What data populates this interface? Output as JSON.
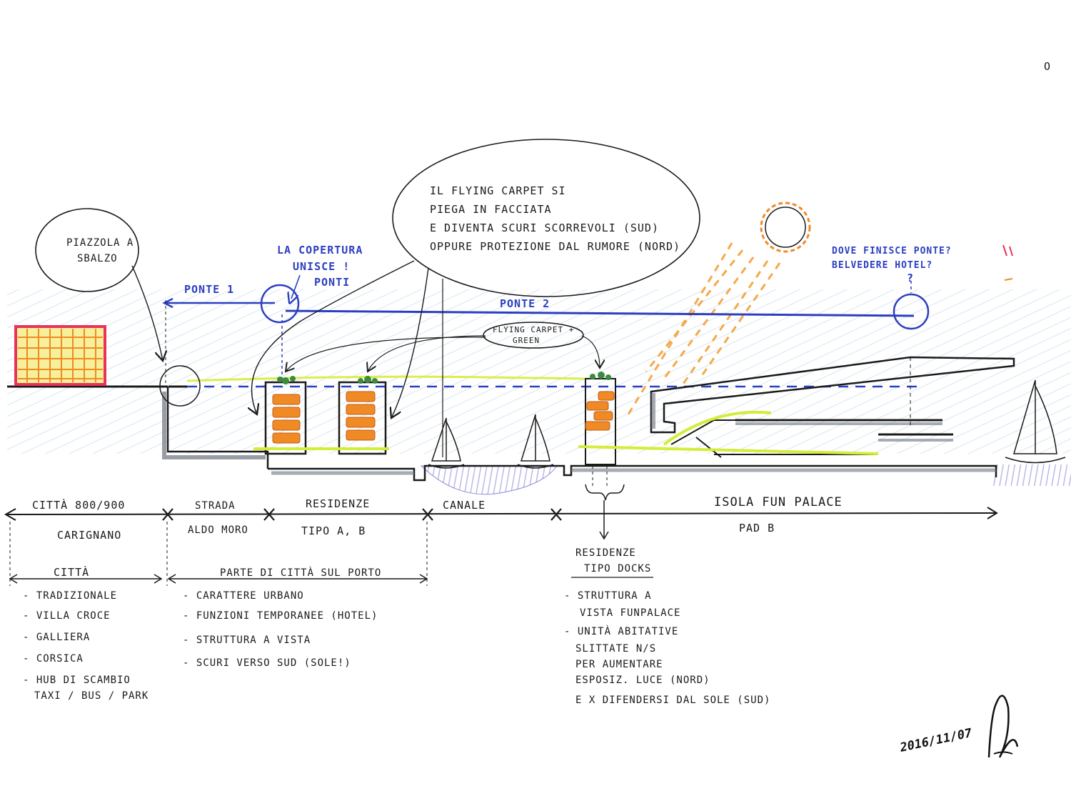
{
  "bubbles": {
    "piazzola": [
      "PIAZZOLA A",
      "SBALZO"
    ],
    "flying": [
      "IL FLYING CARPET SI",
      "PIEGA IN FACCIATA",
      "E DIVENTA SCURI SCORREVOLI (SUD)",
      "OPPURE PROTEZIONE DAL RUMORE (NORD)"
    ],
    "green": [
      "FLYING CARPET +",
      "GREEN"
    ]
  },
  "blue_notes": {
    "copertura": [
      "LA COPERTURA",
      "UNISCE !",
      "PONTI"
    ],
    "dove": [
      "DOVE FINISCE PONTE?",
      "BELVEDERE HOTEL?"
    ],
    "ponte1": "PONTE 1",
    "ponte2": "PONTE 2"
  },
  "zones": {
    "citta": [
      "CITTÀ 800/900",
      "CARIGNANO"
    ],
    "strada": [
      "STRADA",
      "ALDO MORO"
    ],
    "residenze": [
      "RESIDENZE",
      "TIPO A, B"
    ],
    "canale": "CANALE",
    "isola": [
      "ISOLA FUN PALACE",
      "PAD B"
    ]
  },
  "lists": {
    "citta": {
      "title": "CITTÀ",
      "items": [
        "- TRADIZIONALE",
        "- VILLA CROCE",
        "- GALLIERA",
        "- CORSICA",
        "- HUB DI SCAMBIO",
        "TAXI / BUS / PARK"
      ]
    },
    "parte": {
      "title": "PARTE DI CITTÀ SUL PORTO",
      "items": [
        "- CARATTERE URBANO",
        "- FUNZIONI TEMPORANEE (HOTEL)",
        "- STRUTTURA A VISTA",
        "- SCURI VERSO SUD (SOLE!)"
      ]
    },
    "docks": {
      "title": [
        "RESIDENZE",
        "TIPO DOCKS"
      ],
      "items": [
        "- STRUTTURA A",
        "VISTA FUNPALACE",
        "- UNITÀ ABITATIVE",
        "SLITTATE N/S",
        "PER AUMENTARE",
        "ESPOSIZ. LUCE (NORD)",
        "E X DIFENDERSI DAL SOLE (SUD)"
      ]
    }
  },
  "date": "2016/11/07",
  "colors": {
    "ink": "#1a1a1a",
    "blue": "#2b3fc0",
    "orange": "#f08a24",
    "yellow_green": "#d6ec3a",
    "sky": "#b9d7e8",
    "water": "#b6b4e6",
    "red": "#e8325a",
    "grey": "#6d7480"
  }
}
